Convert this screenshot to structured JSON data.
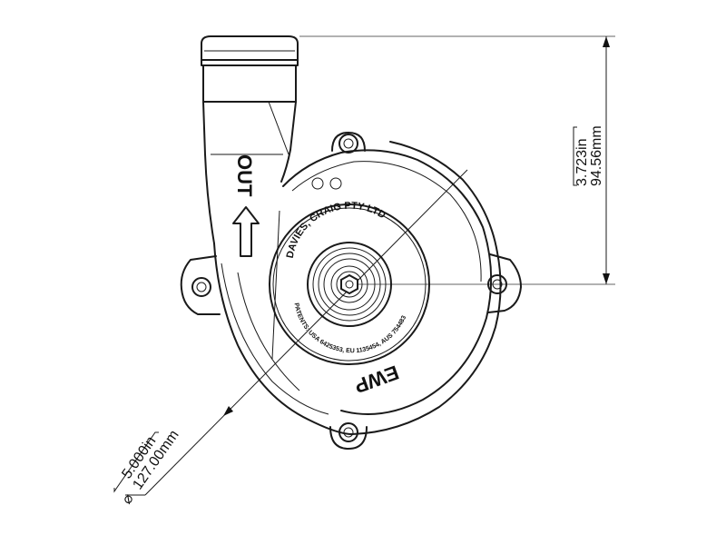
{
  "dimensions": {
    "height_in": "3.723in",
    "height_mm": "94.56mm",
    "diameter_in": "5.000in",
    "diameter_mm": "127.00mm",
    "diameter_symbol": "⌀"
  },
  "markings": {
    "outlet_label": "OUT",
    "maker": "DAVIES, CRAIG PTY LTD",
    "patents": "PATENTS: USA 6425353, EU 1135454, AUS 754483",
    "model": "EWP"
  }
}
